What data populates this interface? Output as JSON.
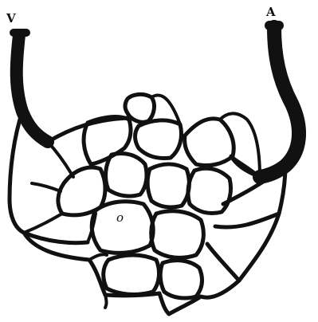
{
  "figure": {
    "labels": {
      "vein": "V",
      "artery": "A",
      "cell": "o"
    },
    "colors": {
      "ink": "#111111",
      "paper": "#ffffff"
    }
  }
}
